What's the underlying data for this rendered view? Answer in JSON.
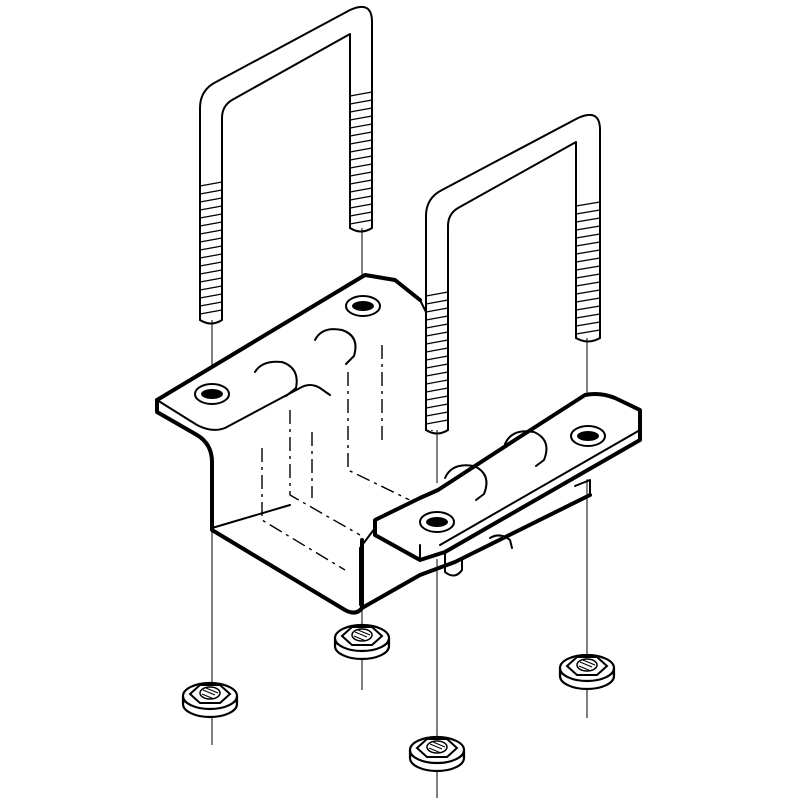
{
  "diagram": {
    "colors": {
      "stroke": "#000000",
      "background": "#ffffff"
    },
    "parts": {
      "bracket": "mounting-bracket",
      "u_bolts": [
        "u-bolt",
        "u-bolt"
      ],
      "flange_nuts": [
        "flange-nut",
        "flange-nut",
        "flange-nut",
        "flange-nut"
      ]
    }
  }
}
